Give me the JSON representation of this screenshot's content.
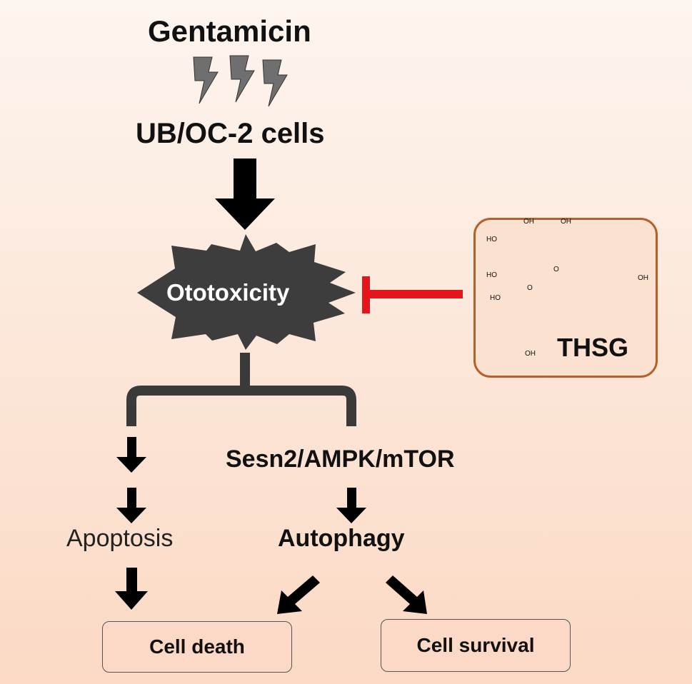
{
  "stimulus": "Gentamicin",
  "cells": "UB/OC-2 cells",
  "effect": "Ototoxicity",
  "inhibitor": "THSG",
  "structure_labels": {
    "oh": "OH",
    "ho": "HO",
    "o": "O"
  },
  "pathway": "Sesn2/AMPK/mTOR",
  "apoptosis": "Apoptosis",
  "autophagy": "Autophagy",
  "outcome_death": "Cell death",
  "outcome_survival": "Cell survival",
  "colors": {
    "background_top": "#fdf5ef",
    "background_bottom": "#fbd9c4",
    "inhibition": "#e4161b",
    "box_border": "#b5602a",
    "burst": "#3d3d3d",
    "bolt": "#6f6f6f"
  }
}
